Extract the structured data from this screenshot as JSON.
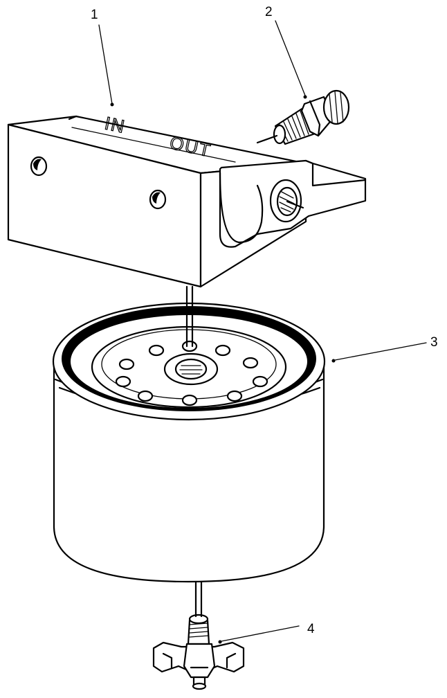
{
  "callouts": {
    "c1": "1",
    "c2": "2",
    "c3": "3",
    "c4": "4"
  },
  "embossed": {
    "inlet": "IN",
    "outlet": "OUT"
  }
}
